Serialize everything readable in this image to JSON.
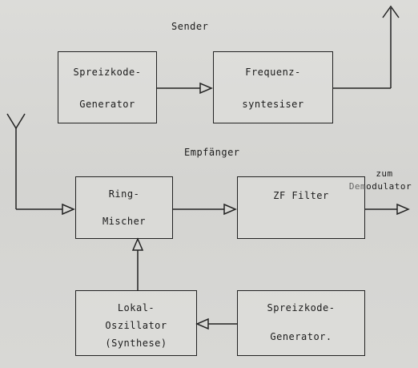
{
  "diagram": {
    "sender_title": "Sender",
    "receiver_title": "Empfänger",
    "output_label_line1": "zum",
    "output_label_line2": "Demodulator",
    "blocks": {
      "tx_spread_code": {
        "line1": "Spreizkode-",
        "line2": "Generator"
      },
      "tx_freq_synth": {
        "line1": "Frequenz-",
        "line2": "syntesiser"
      },
      "rx_ring_mixer": {
        "line1": "Ring-",
        "line2": "Mischer"
      },
      "rx_if_filter": {
        "line1": "ZF Filter"
      },
      "rx_local_osc": {
        "line1": "Lokal-",
        "line2": "Oszillator",
        "line3": "(Synthese)"
      },
      "rx_spread_code": {
        "line1": "Spreizkode-",
        "line2": "Generator."
      }
    },
    "colors": {
      "ink": "#222222",
      "paper": "#d9d9d6"
    }
  }
}
